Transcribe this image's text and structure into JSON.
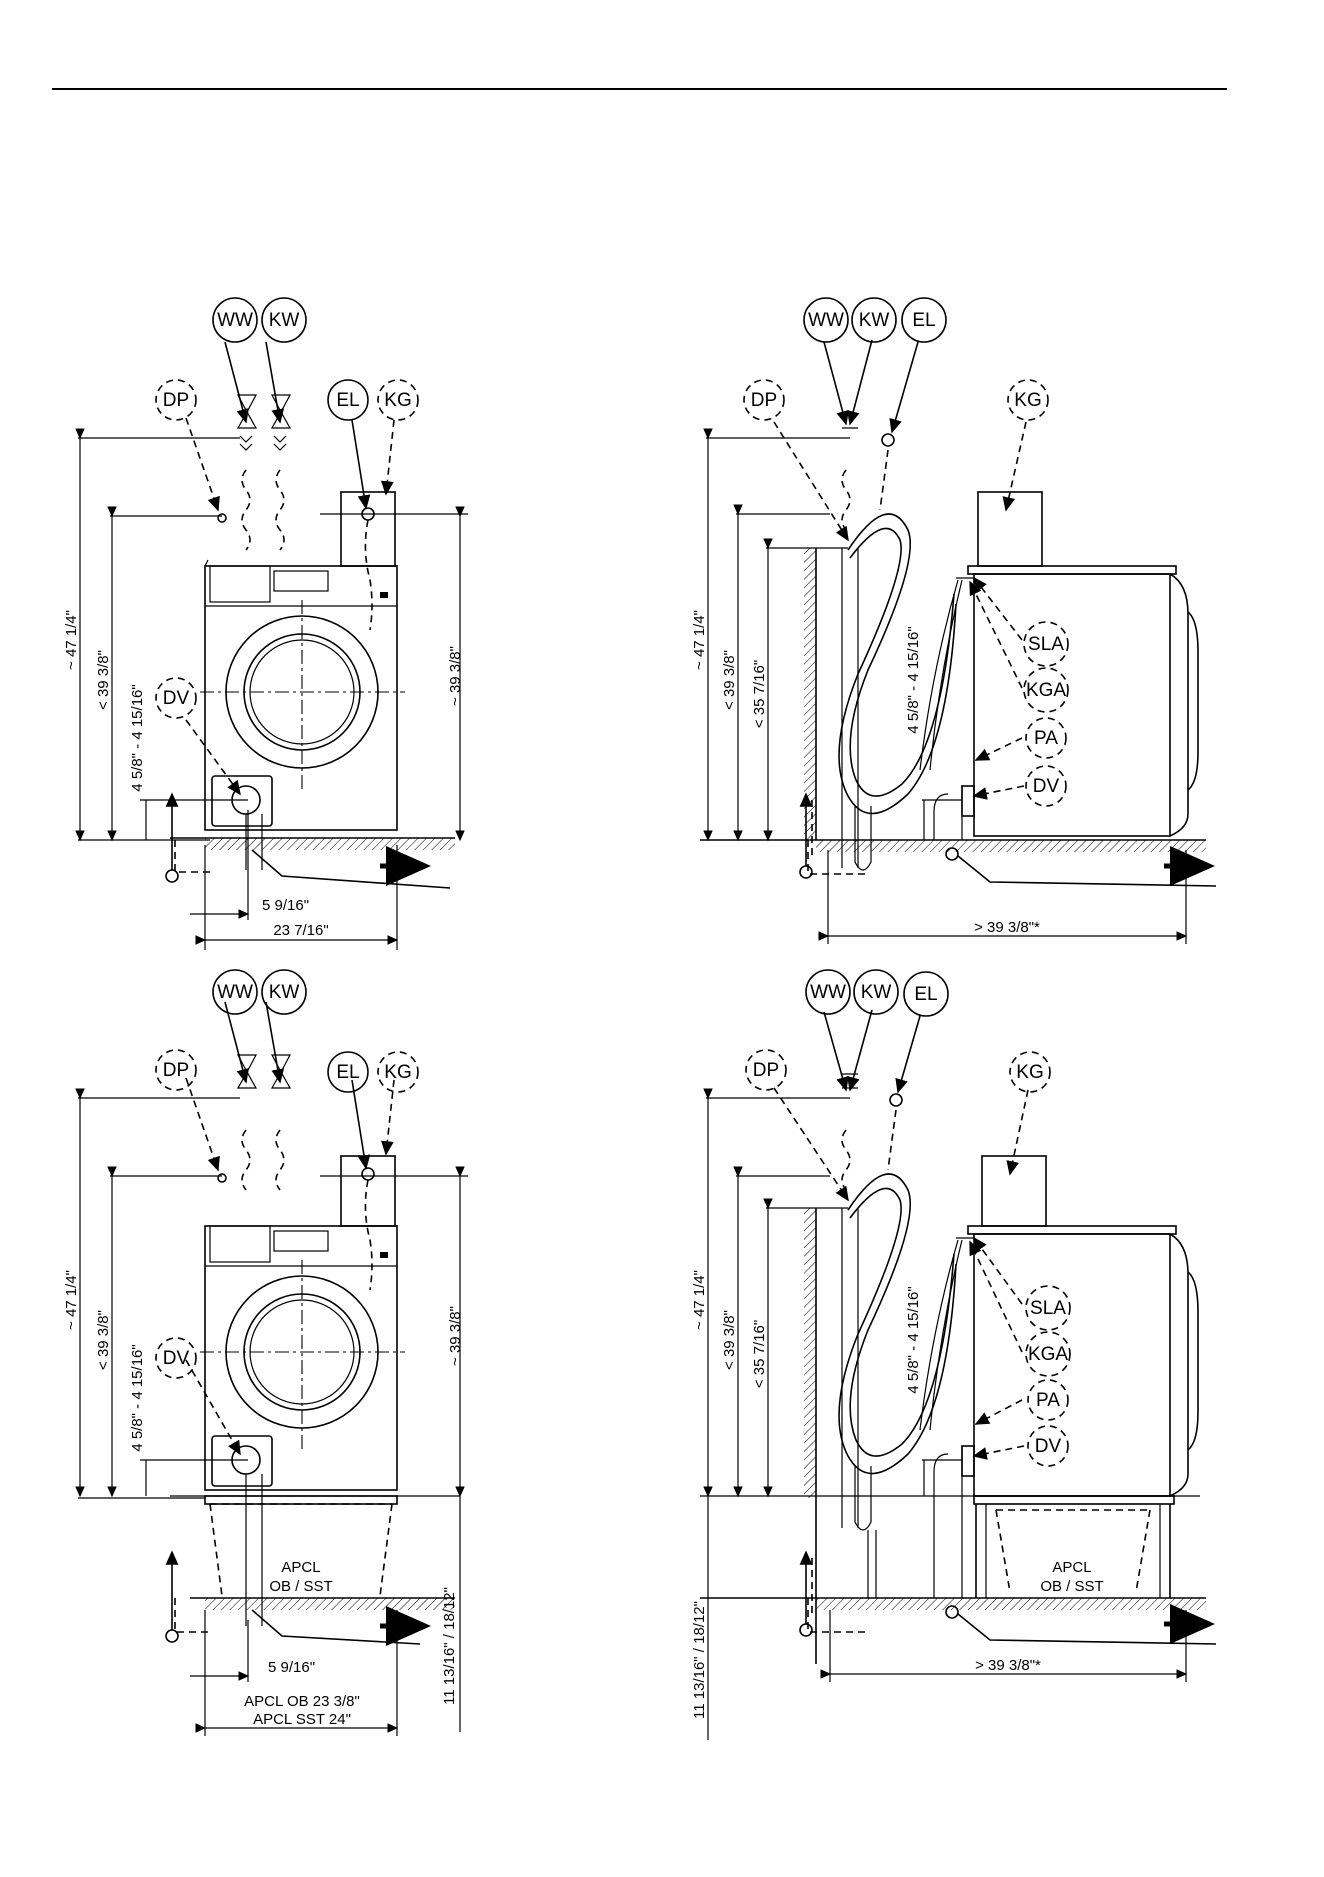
{
  "callouts": {
    "ww": "WW",
    "kw": "KW",
    "el": "EL",
    "kg": "KG",
    "dp": "DP",
    "dv": "DV",
    "sla": "SLA",
    "kga": "KGA",
    "pa": "PA"
  },
  "dims": {
    "h_total": "~ 47 1/4\"",
    "h_drain_max": "< 39 3/8\"",
    "h_machine": "~ 39 3/8\"",
    "h_drain_rear": "< 35 7/16\"",
    "h_dv": "4 5/8\" - 4 15/16\"",
    "w_dv_offset": "5 9/16\"",
    "w_front": "23 7/16\"",
    "w_side": "> 39 3/8\"*",
    "w_front_apcl_1": "APCL OB 23 3/8\"",
    "w_front_apcl_2": "APCL SST 24\"",
    "h_stand": "11 13/16\" / 18/12\""
  },
  "stand": {
    "line1": "APCL",
    "line2": "OB / SST"
  }
}
